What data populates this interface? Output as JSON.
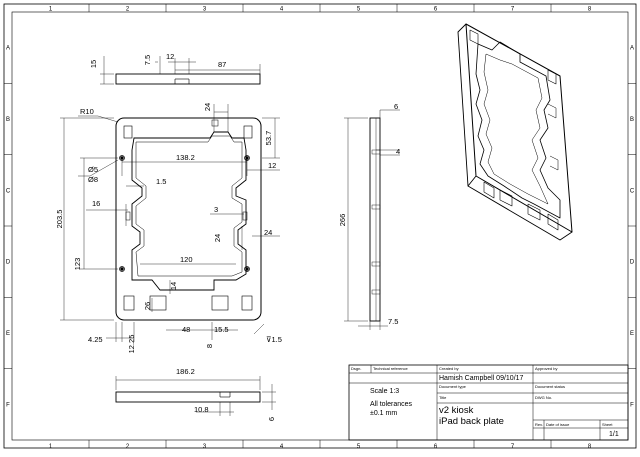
{
  "zones": {
    "columns": [
      "1",
      "2",
      "3",
      "4",
      "5",
      "6",
      "7",
      "8"
    ],
    "rows": [
      "A",
      "B",
      "C",
      "D",
      "E",
      "F"
    ]
  },
  "dimensions": {
    "top_view": {
      "d15": "15",
      "d7_5": "7.5",
      "d12": "12",
      "d87": "87"
    },
    "front_view": {
      "r10": "R10",
      "d24_top": "24",
      "d53_7": "53.7",
      "d138_2": "138.2",
      "d12_right": "12",
      "d5": "Ø5",
      "d8": "Ø8",
      "d1_5": "1.5",
      "d203_5": "203.5",
      "d16": "16",
      "d3": "3",
      "d24_mid": "24",
      "d24_right": "24",
      "d123": "123",
      "d120": "120",
      "d14": "14",
      "d26": "26",
      "d48": "48",
      "d15_5": "15.5",
      "d8_bottom": "8",
      "d4_25": "4.25",
      "d12_25": "12.25",
      "flat1_5": "⊽1.5"
    },
    "side_view": {
      "d6": "6",
      "d4": "4",
      "d266": "266",
      "d7_5": "7.5"
    },
    "bottom_view": {
      "d186_2": "186.2",
      "d10_8": "10.8",
      "d6": "6"
    }
  },
  "title_block": {
    "dsgn_label": "Dsgn.",
    "tech_ref_label": "Technical reference",
    "created_by_label": "Created by",
    "approved_by_label": "Approved by",
    "created_by": "Hamish Campbell 09/10/17",
    "doc_type_label": "Document type",
    "doc_status_label": "Document status",
    "scale": "Scale 1:3",
    "tolerance_line1": "All tolerances",
    "tolerance_line2": "±0.1 mm",
    "title_label": "Title",
    "dwg_no_label": "DWG No.",
    "title_line1": "v2 kiosk",
    "title_line2": "iPad back plate",
    "rev_label": "Rev.",
    "date_label": "Date of issue",
    "sheet_label": "Sheet",
    "sheet": "1/1"
  }
}
